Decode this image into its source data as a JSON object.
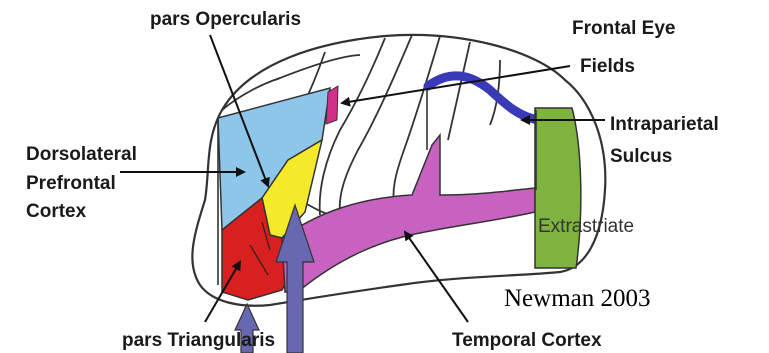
{
  "labels": {
    "pars_opercularis": "pars Opercularis",
    "frontal_eye_fields_1": "Frontal Eye",
    "frontal_eye_fields_2": "Fields",
    "dlpfc_1": "Dorsolateral",
    "dlpfc_2": "Prefrontal",
    "dlpfc_3": "Cortex",
    "intraparietal_1": "Intraparietal",
    "intraparietal_2": "Sulcus",
    "extrastriate": "Extrastriate",
    "pars_triangularis": "pars Triangularis",
    "temporal_cortex": "Temporal Cortex"
  },
  "credit": "Newman 2003",
  "colors": {
    "dorsolateral_prefrontal": "#8ec6ea",
    "pars_opercularis": "#f5ea2a",
    "pars_triangularis": "#d82020",
    "frontal_eye_fields": "#d0308a",
    "intraparietal_sulcus": "#3a3ab8",
    "extrastriate": "#7fb340",
    "temporal_cortex": "#c862c0",
    "overlay_arrows": "#6868b0"
  }
}
